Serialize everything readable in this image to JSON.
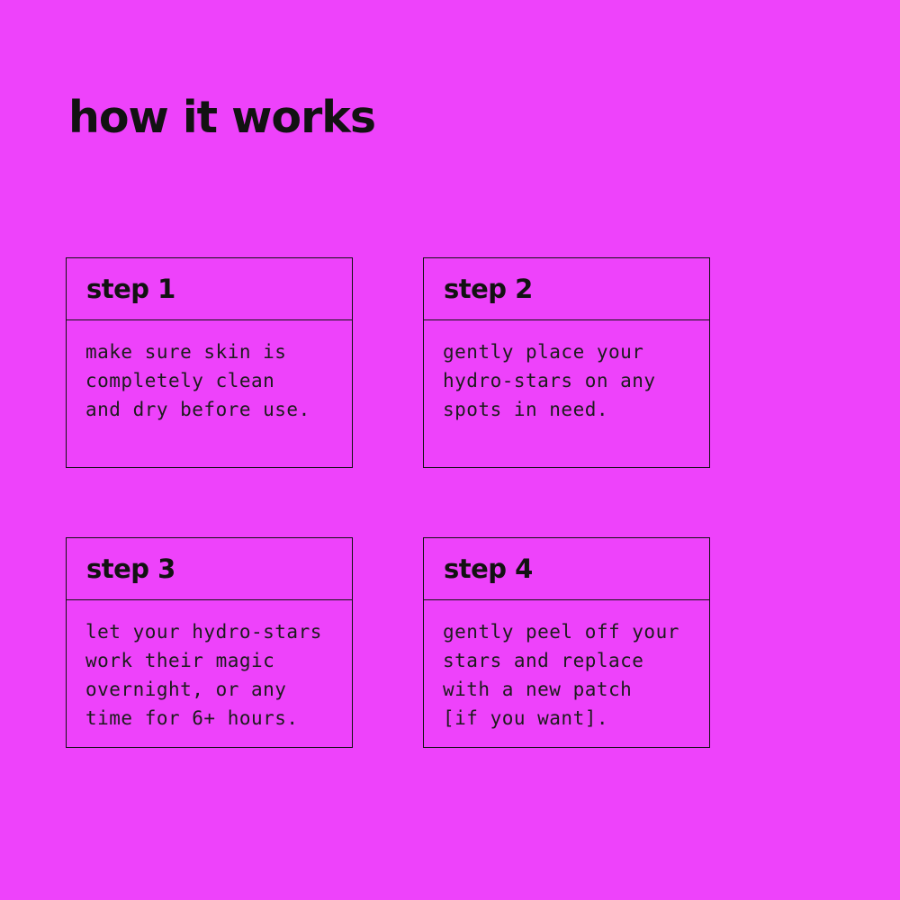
{
  "section": {
    "title": "how it works"
  },
  "steps": [
    {
      "label": "step 1",
      "description": "make sure skin is\ncompletely clean\nand dry before use."
    },
    {
      "label": "step 2",
      "description": "gently place your\nhydro-stars on any\nspots in need."
    },
    {
      "label": "step 3",
      "description": "let your hydro-stars\nwork their magic\novernight, or any\ntime for 6+ hours."
    },
    {
      "label": "step 4",
      "description": "gently peel off your\nstars and replace\nwith a new patch\n[if you want]."
    }
  ],
  "colors": {
    "background": "#ee42fb",
    "ink": "#121212",
    "body_text": "#1c1c1c",
    "card_border": "#121212"
  }
}
